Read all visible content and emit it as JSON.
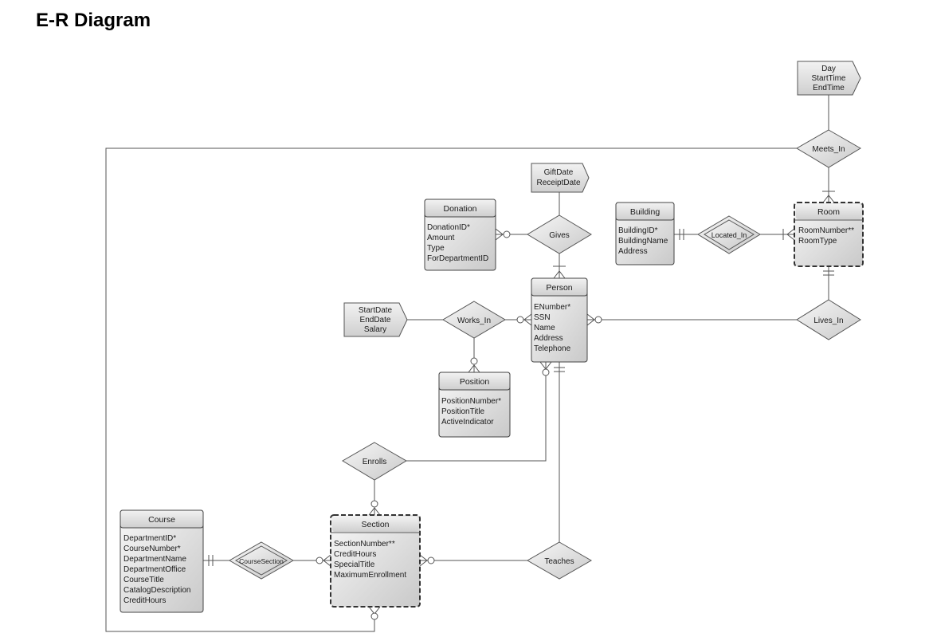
{
  "title": "E-R Diagram",
  "entities": {
    "donation": {
      "name": "Donation",
      "attributes": [
        "DonationID*",
        "Amount",
        "Type",
        "ForDepartmentID"
      ]
    },
    "building": {
      "name": "Building",
      "attributes": [
        "BuildingID*",
        "BuildingName",
        "Address"
      ]
    },
    "room": {
      "name": "Room",
      "attributes": [
        "RoomNumber**",
        "RoomType"
      ]
    },
    "person": {
      "name": "Person",
      "attributes": [
        "ENumber*",
        "SSN",
        "Name",
        "Address",
        "Telephone"
      ]
    },
    "position": {
      "name": "Position",
      "attributes": [
        "PositionNumber*",
        "PositionTitle",
        "ActiveIndicator"
      ]
    },
    "course": {
      "name": "Course",
      "attributes": [
        "DepartmentID*",
        "CourseNumber*",
        "DepartmentName",
        "DepartmentOffice",
        "CourseTitle",
        "CatalogDescription",
        "CreditHours"
      ]
    },
    "section": {
      "name": "Section",
      "attributes": [
        "SectionNumber**",
        "CreditHours",
        "SpecialTitle",
        "MaximumEnrollment"
      ]
    }
  },
  "relationships": {
    "meets_in": "Meets_In",
    "gives": "Gives",
    "located_in": "Located_In",
    "works_in": "Works_In",
    "lives_in": "Lives_In",
    "enrolls": "Enrolls",
    "course_section": "CourseSection",
    "teaches": "Teaches"
  },
  "relationship_attributes": {
    "meets_in": [
      "Day",
      "StartTime",
      "EndTime"
    ],
    "gives": [
      "GiftDate",
      "ReceiptDate"
    ],
    "works_in": [
      "StartDate",
      "EndDate",
      "Salary"
    ]
  }
}
